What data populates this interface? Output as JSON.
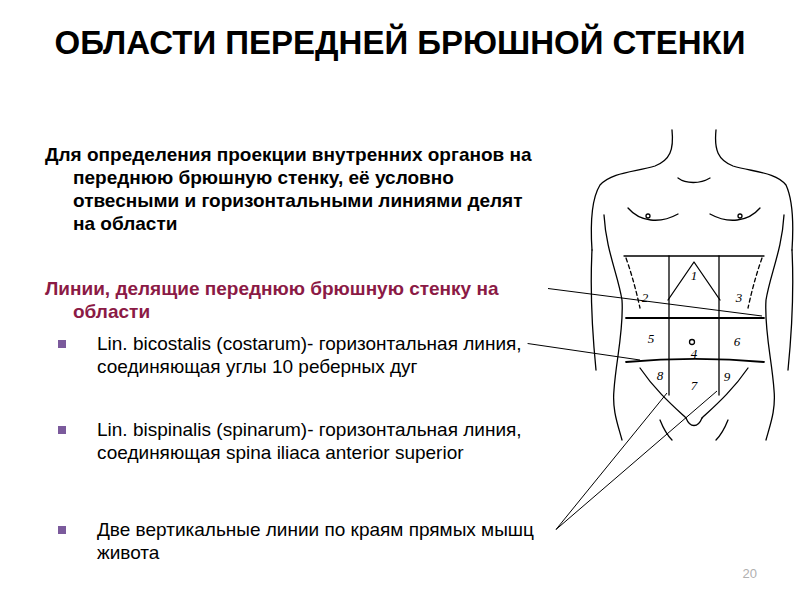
{
  "diagram": {
    "title": "ОБЛАСТИ ПЕРЕДНЕЙ БРЮШНОЙ СТЕНКИ",
    "labels": [
      "Для определения проекции внутренних органов на переднюю брюшную стенку, её условно отвесными и горизонтальными линиями делят на области",
      "Линии, делящие переднюю брюшную стенку на области",
      "Lin. bicostalis (costarum)- горизонтальная линия, соединяющая углы 10 реберных дуг",
      "Lin. bispinalis (spinarum)- горизонтальная линия, соединяющая spina iliaca anterior superior",
      "Две вертикальные линии по краям прямых мышц живота",
      "1",
      "2",
      "3",
      "5",
      "4",
      "6",
      "8",
      "9",
      "7",
      "20"
    ]
  }
}
